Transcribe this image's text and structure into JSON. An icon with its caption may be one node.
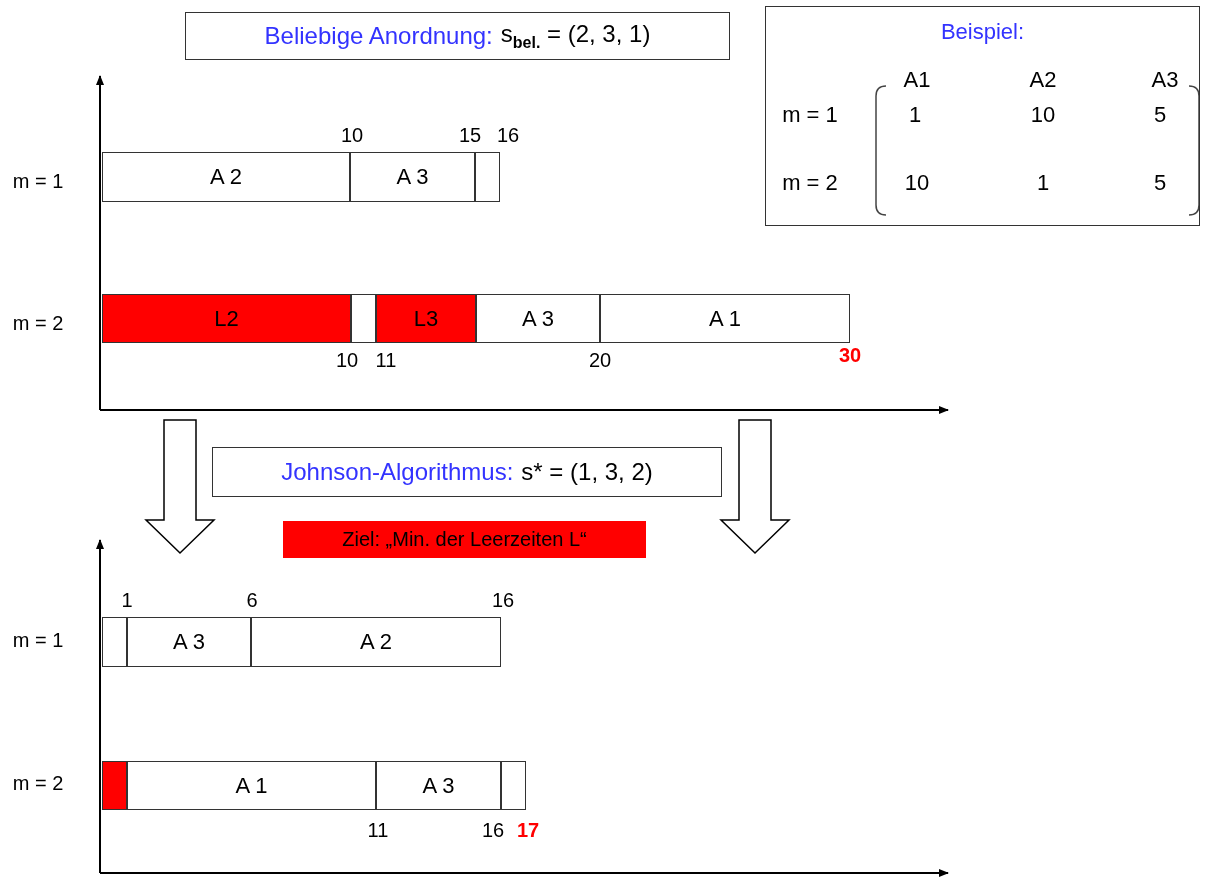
{
  "diagram": {
    "nodes": [
      {
        "text": [
          "Beliebige Anordnung:",
          "s$_{bel.}$ = (2, 3, 1)"
        ]
      },
      {
        "text": [
          "Beispiel:"
        ]
      },
      {
        "text": [
          "A 2"
        ]
      },
      {
        "text": [
          "A 3"
        ]
      },
      {
        "text": [],
        "shape": "bar"
      },
      {
        "text": [
          "L2"
        ]
      },
      {
        "text": [],
        "shape": "bar"
      },
      {
        "text": [
          "L3"
        ]
      },
      {
        "text": [
          "A 3"
        ]
      },
      {
        "text": [
          "A 1"
        ]
      },
      {
        "text": [
          "Johnson-Algorithmus:",
          "s* = (1, 3, 2)"
        ]
      },
      {
        "text": [
          "Ziel: „Min. der Leerzeiten L“"
        ]
      },
      {
        "text": [],
        "shape": "bar"
      },
      {
        "text": [
          "A 3"
        ]
      },
      {
        "text": [
          "A 2"
        ]
      },
      {
        "text": [],
        "shape": "bar"
      },
      {
        "text": [
          "A 1"
        ]
      },
      {
        "text": [
          "A 3"
        ]
      },
      {
        "text": [],
        "shape": "bar"
      }
    ],
    "edges": [],
    "labels": [
      "10",
      "15",
      "16",
      "A1",
      "A2",
      "A3",
      "m = 1",
      "m = 1",
      "1",
      "10",
      "5",
      "m = 2",
      "10",
      "1",
      "5",
      "m = 2",
      "10",
      "11",
      "20",
      "30",
      "1",
      "6",
      "16",
      "m = 1",
      "m = 2",
      "11",
      "16",
      "17"
    ]
  }
}
